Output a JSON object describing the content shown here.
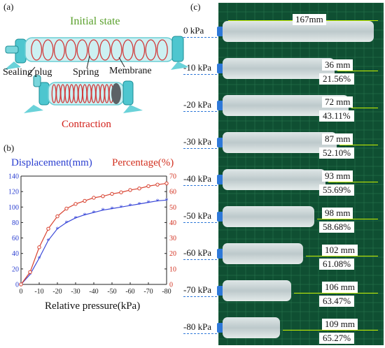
{
  "panel_a": {
    "label": "(a)",
    "initial_state": "Initial state",
    "sealing_plug": "Sealing plug",
    "spring": "Spring",
    "membrane": "Membrane",
    "contraction": "Contraction",
    "colors": {
      "tube": "#5fd0d8",
      "spring": "#d23a3a",
      "initial_text": "#5aa02c",
      "contraction_text": "#d2201a"
    }
  },
  "panel_b": {
    "label": "(b)",
    "left_title": "Displacement(mm)",
    "right_title": "Percentage(%)",
    "xlabel": "Relative pressure(kPa)"
  },
  "chart_data": {
    "type": "line",
    "x": [
      0,
      -5,
      -10,
      -15,
      -20,
      -25,
      -30,
      -35,
      -40,
      -45,
      -50,
      -55,
      -60,
      -65,
      -70,
      -75,
      -80
    ],
    "xticks": [
      0,
      -10,
      -20,
      -30,
      -40,
      -50,
      -60,
      -70,
      -80
    ],
    "xlabel": "Relative pressure(kPa)",
    "series": [
      {
        "name": "Displacement(mm)",
        "axis": "left",
        "color": "#3a48d8",
        "values": [
          0,
          13,
          34,
          57,
          72,
          80,
          86,
          90,
          93,
          96,
          98,
          100,
          102,
          104,
          106,
          108,
          109
        ]
      },
      {
        "name": "Percentage(%)",
        "axis": "right",
        "color": "#d8402e",
        "values": [
          0,
          8,
          24,
          36,
          44,
          49,
          52,
          54,
          56,
          57,
          58.5,
          59.5,
          61,
          62,
          63.5,
          64.5,
          65.3
        ]
      }
    ],
    "ylim_left": [
      0,
      140
    ],
    "yticks_left": [
      0,
      20,
      40,
      60,
      80,
      100,
      120,
      140
    ],
    "ylim_right": [
      0,
      70
    ],
    "yticks_right": [
      0,
      10,
      20,
      30,
      40,
      50,
      60,
      70
    ],
    "grid": false
  },
  "panel_c": {
    "label": "(c)",
    "rows": [
      {
        "pressure": "0 kPa",
        "length": "167mm",
        "percent": ""
      },
      {
        "pressure": "-10 kPa",
        "length": "36 mm",
        "percent": "21.56%"
      },
      {
        "pressure": "-20 kPa",
        "length": "72 mm",
        "percent": "43.11%"
      },
      {
        "pressure": "-30 kPa",
        "length": "87 mm",
        "percent": "52.10%"
      },
      {
        "pressure": "-40 kPa",
        "length": "93 mm",
        "percent": "55.69%"
      },
      {
        "pressure": "-50 kPa",
        "length": "98 mm",
        "percent": "58.68%"
      },
      {
        "pressure": "-60 kPa",
        "length": "102 mm",
        "percent": "61.08%"
      },
      {
        "pressure": "-70 kPa",
        "length": "106 mm",
        "percent": "63.47%"
      },
      {
        "pressure": "-80 kPa",
        "length": "109 mm",
        "percent": "65.27%"
      }
    ],
    "colors": {
      "mat": "#0f4f32",
      "arrow": "#c8f000",
      "plug": "#2e78d8"
    }
  }
}
